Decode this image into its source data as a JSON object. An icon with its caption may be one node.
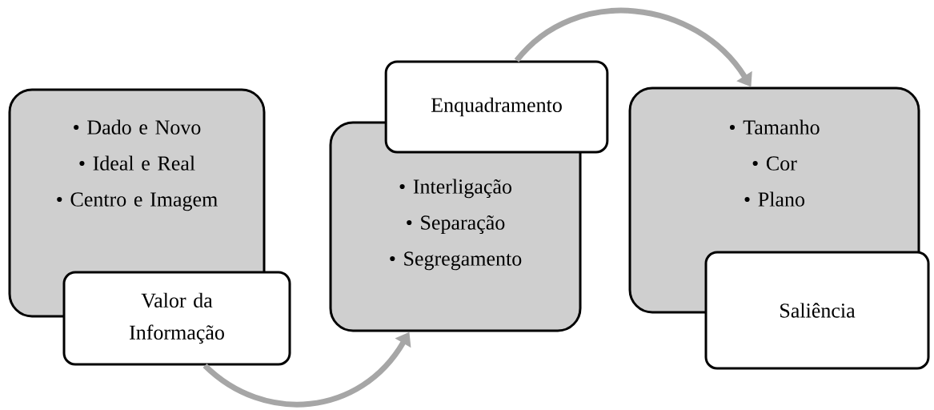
{
  "diagram": {
    "nodes": [
      {
        "text": [
          "• Dado e Novo",
          "• Ideal e Real",
          "• Centro e Imagem"
        ]
      },
      {
        "text": [
          "Valor da Informação"
        ]
      },
      {
        "text": [
          "• Interligação",
          "• Separação",
          "• Segregamento"
        ]
      },
      {
        "text": [
          "Enquadramento"
        ]
      },
      {
        "text": [
          "• Tamanho",
          "• Cor",
          "• Plano"
        ]
      },
      {
        "text": [
          "Saliência"
        ]
      }
    ],
    "edges": [
      {
        "from": 1,
        "to": 2,
        "arrow": "to"
      },
      {
        "from": 3,
        "to": 4,
        "arrow": "to"
      }
    ]
  }
}
